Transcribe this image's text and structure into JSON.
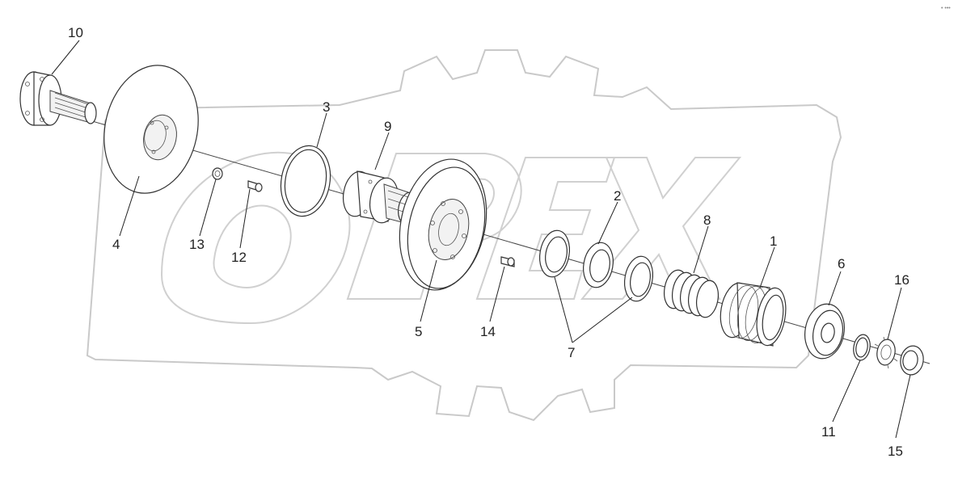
{
  "diagram": {
    "callouts": [
      {
        "id": "10",
        "text": "10"
      },
      {
        "id": "4",
        "text": "4"
      },
      {
        "id": "3",
        "text": "3"
      },
      {
        "id": "9",
        "text": "9"
      },
      {
        "id": "13",
        "text": "13"
      },
      {
        "id": "12",
        "text": "12"
      },
      {
        "id": "5",
        "text": "5"
      },
      {
        "id": "14",
        "text": "14"
      },
      {
        "id": "2",
        "text": "2"
      },
      {
        "id": "8",
        "text": "8"
      },
      {
        "id": "1",
        "text": "1"
      },
      {
        "id": "7",
        "text": "7"
      },
      {
        "id": "6",
        "text": "6"
      },
      {
        "id": "16",
        "text": "16"
      },
      {
        "id": "11",
        "text": "11"
      },
      {
        "id": "15",
        "text": "15"
      }
    ],
    "watermark_text": "OPEX",
    "corner_mark": "• •••"
  },
  "colors": {
    "line": "#333333",
    "watermark": "#c9c9c9",
    "background": "#ffffff"
  }
}
